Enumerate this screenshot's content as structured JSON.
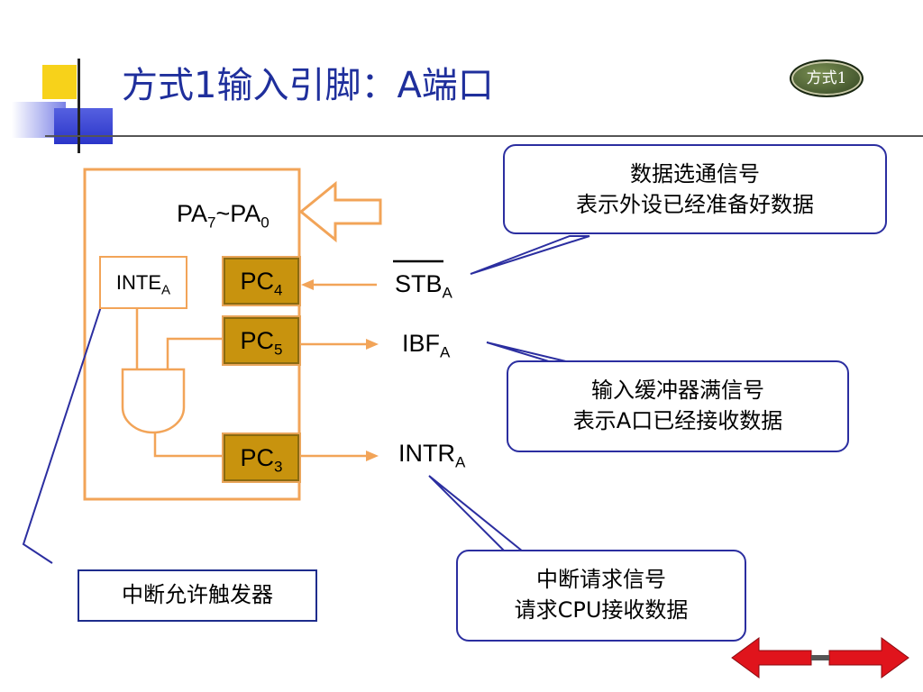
{
  "title": "方式1输入引脚：A端口",
  "badge": "方式1",
  "port_label": {
    "base": "PA",
    "sub1": "7",
    "mid": "~PA",
    "sub2": "0"
  },
  "inte": {
    "base": "INTE",
    "sub": "A"
  },
  "pc4": {
    "base": "PC",
    "sub": "4"
  },
  "pc5": {
    "base": "PC",
    "sub": "5"
  },
  "pc3": {
    "base": "PC",
    "sub": "3"
  },
  "stb": {
    "base": "STB",
    "sub": "A"
  },
  "ibf": {
    "base": "IBF",
    "sub": "A"
  },
  "intr": {
    "base": "INTR",
    "sub": "A"
  },
  "callout_stb": {
    "line1": "数据选通信号",
    "line2": "表示外设已经准备好数据"
  },
  "callout_ibf": {
    "line1": "输入缓冲器满信号",
    "line2": "表示A口已经接收数据"
  },
  "callout_intr": {
    "line1": "中断请求信号",
    "line2": "请求CPU接收数据"
  },
  "trigger_label": "中断允许触发器",
  "colors": {
    "title": "#1f2f9c",
    "wire": "#f2a458",
    "pin": "#c8930e",
    "callout_border": "#2b2ea0",
    "nav_arrow": "#e0141c"
  },
  "icons": [
    "input-arrow-icon",
    "and-gate-icon",
    "nav-back-arrow-icon",
    "nav-forward-arrow-icon"
  ]
}
